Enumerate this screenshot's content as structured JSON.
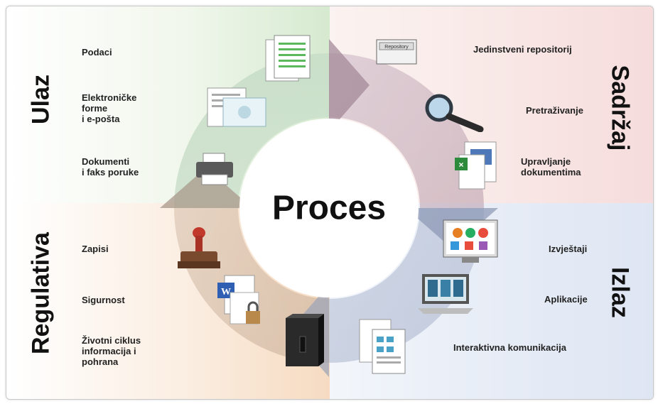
{
  "center": {
    "label": "Proces"
  },
  "quadrants": {
    "ulaz": {
      "title": "Ulaz",
      "items": [
        "Podaci",
        "Elektroničke\nforme\ni e-pošta",
        "Dokumenti\ni faks poruke"
      ]
    },
    "sadrzaj": {
      "title": "Sadržaj",
      "items": [
        "Jedinstveni repositorij",
        "Pretraživanje",
        "Upravljanje\ndokumentima"
      ]
    },
    "regulativa": {
      "title": "Regulativa",
      "items": [
        "Zapisi",
        "Sigurnost",
        "Životni ciklus\ninformacija i\npohrana"
      ]
    },
    "izlaz": {
      "title": "Izlaz",
      "items": [
        "Izvještaji",
        "Aplikacije",
        "Interaktivna komunikacija"
      ]
    }
  },
  "icons": {
    "repository_label": "Repository"
  },
  "colors": {
    "ulaz": "#d6ead0",
    "sadrzaj": "#f6dcdc",
    "regulativa": "#f6dbc1",
    "izlaz": "#dfe6f3"
  }
}
